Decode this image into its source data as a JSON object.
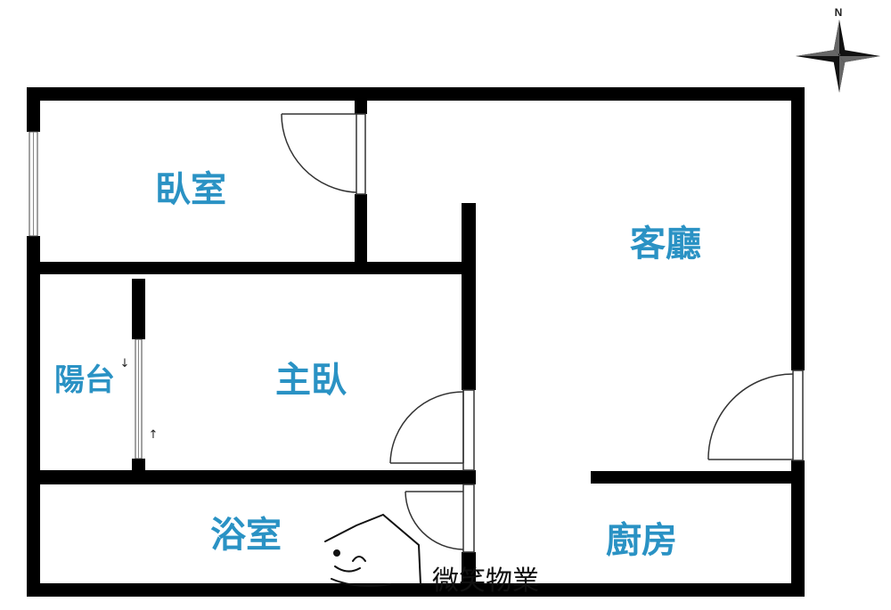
{
  "compass": {
    "north_label": "N"
  },
  "rooms": {
    "bedroom": "臥室",
    "living_room": "客廳",
    "balcony": "陽台",
    "master_bedroom": "主臥",
    "bathroom": "浴室",
    "kitchen": "廚房"
  },
  "balcony_arrows": {
    "down": "↓",
    "up": "↑"
  },
  "watermark": {
    "text": "微笑物業"
  },
  "colors": {
    "wall": "#000000",
    "label": "#2a92c4",
    "door": "#333333"
  }
}
